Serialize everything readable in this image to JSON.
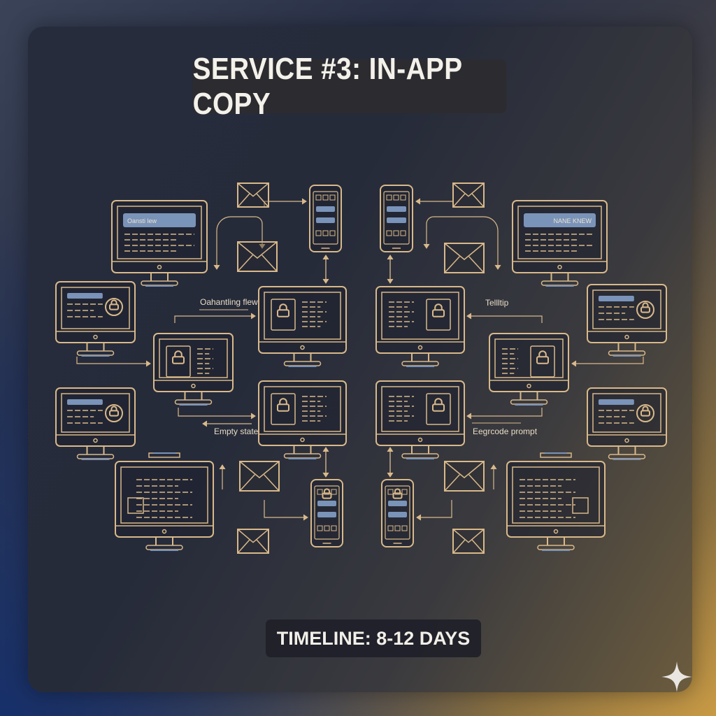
{
  "title": "SERVICE #3: IN-APP COPY",
  "timeline": "TIMELINE: 8-12 DAYS",
  "labels": {
    "onboarding": "Oahantling flew",
    "tooltip": "Tellltip",
    "empty_state": "Empty state",
    "upgrade": "Eegrcode prompt"
  },
  "screen_headers": {
    "top_left": "Oansti lew",
    "top_right": "NANE KNEW"
  },
  "colors": {
    "line": "#d9b98a",
    "accent": "#7a93b8"
  }
}
